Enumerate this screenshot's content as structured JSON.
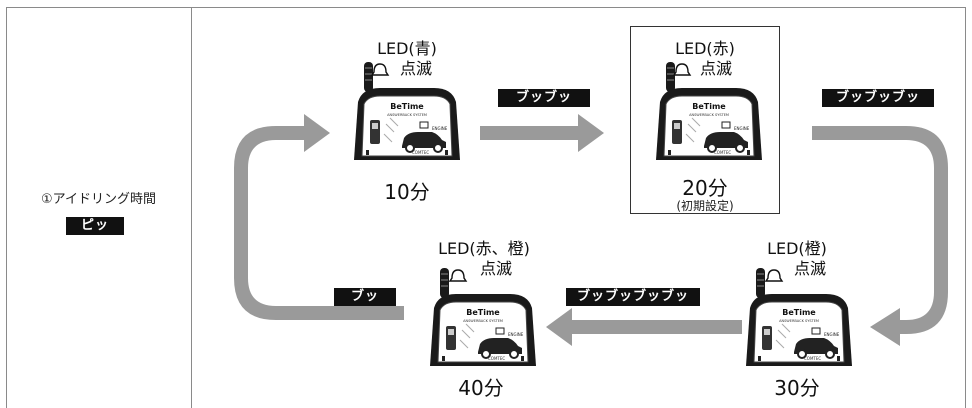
{
  "left_panel": {
    "label": "①アイドリング時間",
    "badge": "ピッ"
  },
  "stages": [
    {
      "led_line1": "LED(青)",
      "led_line2": "点滅",
      "time": "10分",
      "sub": ""
    },
    {
      "led_line1": "LED(赤)",
      "led_line2": "点滅",
      "time": "20分",
      "sub": "(初期設定)"
    },
    {
      "led_line1": "LED(橙)",
      "led_line2": "点滅",
      "time": "30分",
      "sub": ""
    },
    {
      "led_line1": "LED(赤、橙)",
      "led_line2": "点滅",
      "time": "40分",
      "sub": ""
    }
  ],
  "beeps": {
    "b1": "ブッブッ",
    "b2": "ブッブッブッ",
    "b3": "ブッブッブッブッ",
    "b4": "ブッ"
  },
  "device": {
    "brand": "BeTime",
    "subtitle": "ANSWERBACK SYSTEM",
    "engine": "ENGINE",
    "maker": "COMTEC"
  },
  "colors": {
    "arrow": "#9a9a9a",
    "badge_bg": "#111111",
    "device_body": "#1a1a1a"
  }
}
